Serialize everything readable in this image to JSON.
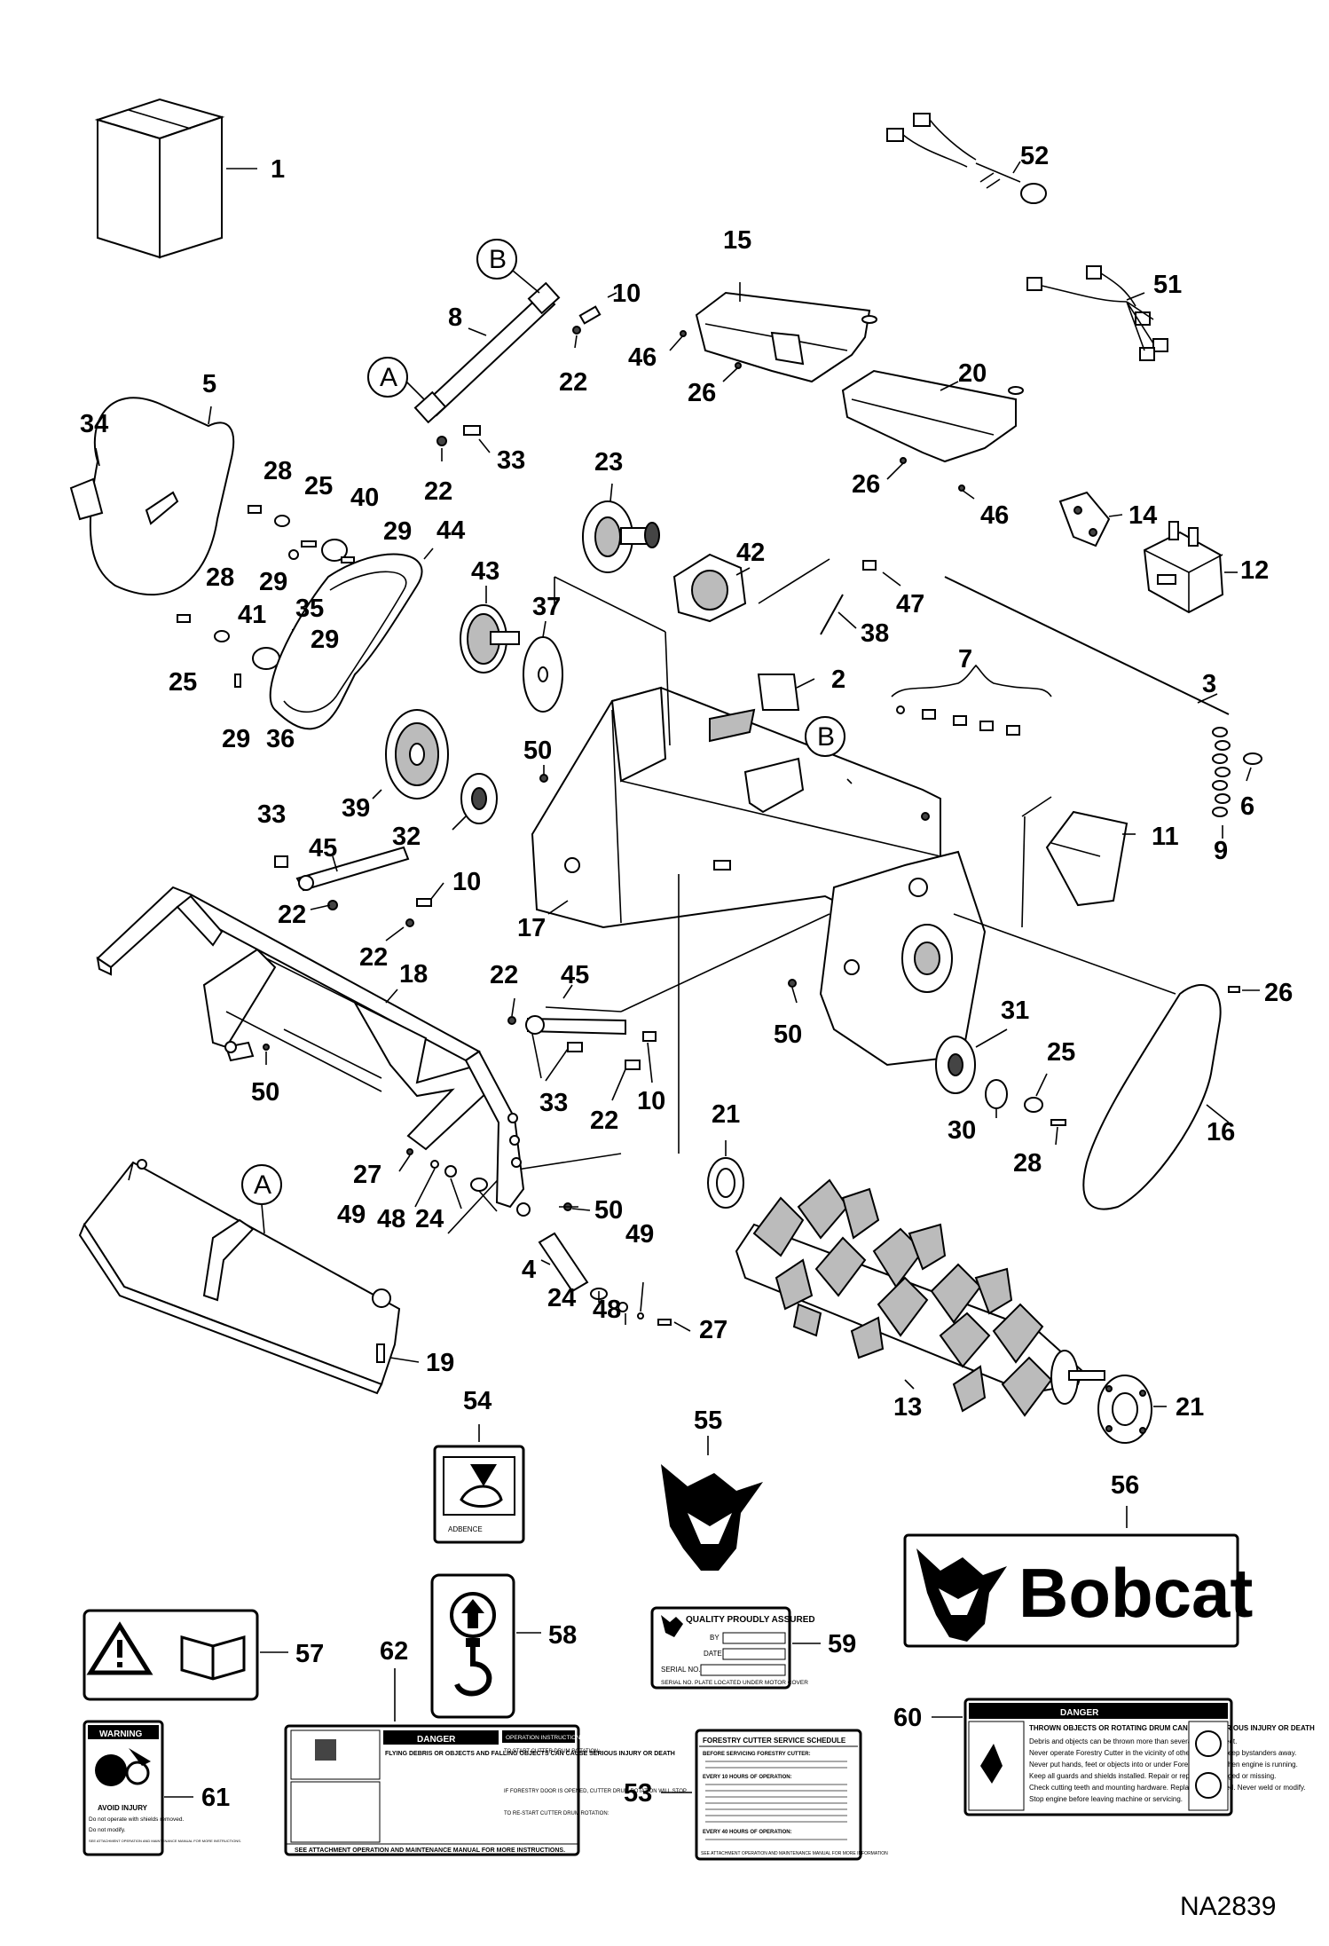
{
  "document_id": "NA2839",
  "circle_labels": [
    "A",
    "B"
  ],
  "callouts": [
    "1",
    "2",
    "3",
    "4",
    "5",
    "6",
    "7",
    "8",
    "9",
    "10",
    "11",
    "12",
    "13",
    "14",
    "15",
    "16",
    "17",
    "18",
    "19",
    "20",
    "21",
    "22",
    "23",
    "24",
    "25",
    "26",
    "27",
    "28",
    "29",
    "30",
    "31",
    "32",
    "33",
    "34",
    "35",
    "36",
    "37",
    "38",
    "39",
    "40",
    "41",
    "42",
    "43",
    "44",
    "45",
    "46",
    "47",
    "48",
    "49",
    "50",
    "51",
    "52",
    "53",
    "54",
    "55",
    "56",
    "57",
    "58",
    "59",
    "60",
    "61",
    "62"
  ],
  "decals": {
    "d54_code": "ADBENCE",
    "d56_brand": "Bobcat",
    "d59_title": "QUALITY PROUDLY ASSURED",
    "d59_by": "BY",
    "d59_date": "DATE",
    "d59_serial": "SERIAL NO.",
    "d59_note": "SERIAL NO. PLATE LOCATED UNDER MOTOR COVER",
    "d60_header": "DANGER",
    "d60_title": "THROWN OBJECTS OR ROTATING DRUM CAN CAUSE SERIOUS INJURY OR DEATH",
    "d60_lines": [
      "Debris and objects can be thrown more than several hundred feet.",
      "Never operate Forestry Cutter in the vicinity of other persons. Keep bystanders away.",
      "Never put hands, feet or objects into or under Forestry Cutter when engine is running.",
      "Keep all guards and shields installed. Repair or replace if damaged or missing.",
      "Check cutting teeth and mounting hardware. Replace if damaged. Never weld or modify.",
      "Stop engine before leaving machine or servicing."
    ],
    "d61_header": "WARNING",
    "d61_title": "AVOID INJURY",
    "d61_lines": [
      "Do not operate with shields removed.",
      "Do not modify.",
      "SEE ATTACHMENT OPERATION AND MAINTENANCE MANUAL FOR MORE INSTRUCTIONS."
    ],
    "d62_header": "DANGER",
    "d62_title": "FLYING DEBRIS OR OBJECTS AND FALLING OBJECTS CAN CAUSE SERIOUS INJURY OR DEATH",
    "d62_ops_title": "OPERATION INSTRUCTIONS",
    "d62_ops_start": "TO START CUTTER DRUM ROTATION:",
    "d62_ops_open": "IF FORESTRY DOOR IS OPENED, CUTTER DRUM ROTATION WILL STOP.",
    "d62_ops_restart": "TO RE-START CUTTER DRUM ROTATION:",
    "d62_footer": "SEE ATTACHMENT OPERATION AND MAINTENANCE MANUAL FOR MORE INSTRUCTIONS.",
    "d53_title": "FORESTRY CUTTER SERVICE SCHEDULE",
    "d53_before": "BEFORE SERVICING FORESTRY CUTTER:",
    "d53_every10": "EVERY 10 HOURS OF OPERATION:",
    "d53_every40": "EVERY 40 HOURS OF OPERATION:",
    "d53_footer": "SEE ATTACHMENT OPERATION AND MAINTENANCE MANUAL FOR MORE INFORMATION"
  }
}
